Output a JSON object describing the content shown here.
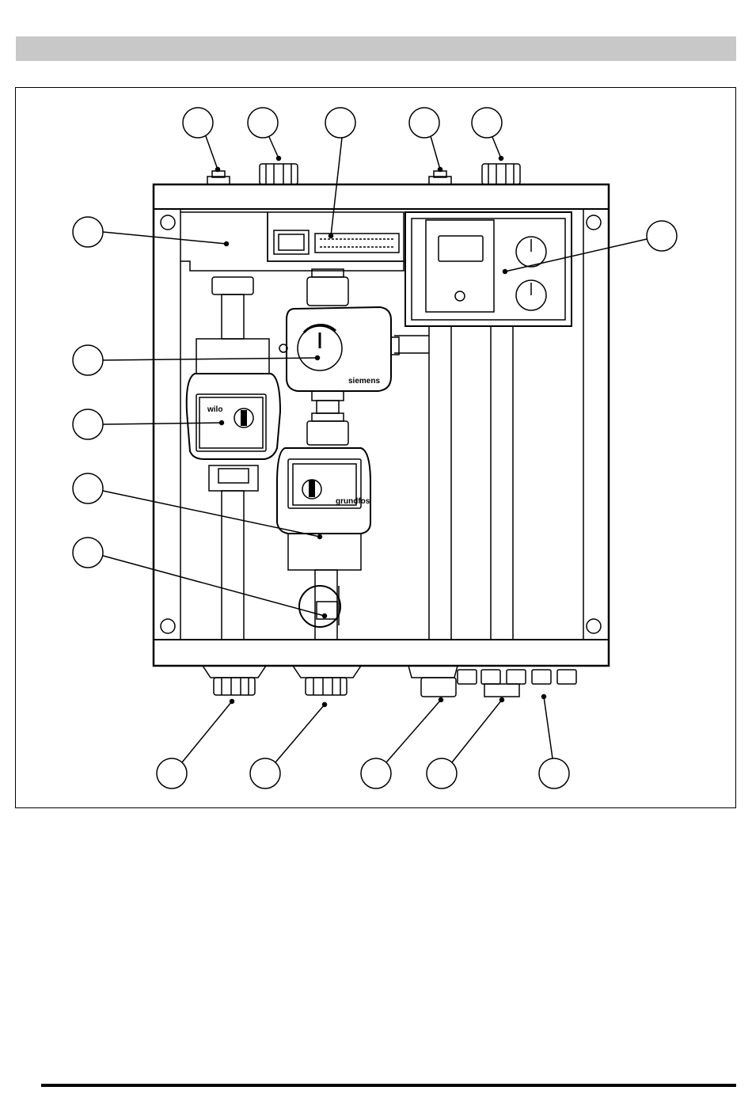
{
  "figure": {
    "callouts_count_note": null,
    "brand_labels": {
      "left_pump": "wilo",
      "right_pump": "grundfos",
      "actuator": "siemens"
    },
    "colors": {
      "header_bar": "#c8c8c8",
      "line": "#000000",
      "background": "#ffffff"
    },
    "callouts": [
      {
        "id": "callout-top-1",
        "label": ""
      },
      {
        "id": "callout-top-2",
        "label": ""
      },
      {
        "id": "callout-top-3",
        "label": ""
      },
      {
        "id": "callout-top-4",
        "label": ""
      },
      {
        "id": "callout-top-5",
        "label": ""
      },
      {
        "id": "callout-left-1",
        "label": ""
      },
      {
        "id": "callout-right-1",
        "label": ""
      },
      {
        "id": "callout-left-2",
        "label": ""
      },
      {
        "id": "callout-left-3",
        "label": ""
      },
      {
        "id": "callout-left-4",
        "label": ""
      },
      {
        "id": "callout-left-5",
        "label": ""
      },
      {
        "id": "callout-bottom-1",
        "label": ""
      },
      {
        "id": "callout-bottom-2",
        "label": ""
      },
      {
        "id": "callout-bottom-3",
        "label": ""
      },
      {
        "id": "callout-bottom-4",
        "label": ""
      },
      {
        "id": "callout-bottom-5",
        "label": ""
      }
    ]
  }
}
